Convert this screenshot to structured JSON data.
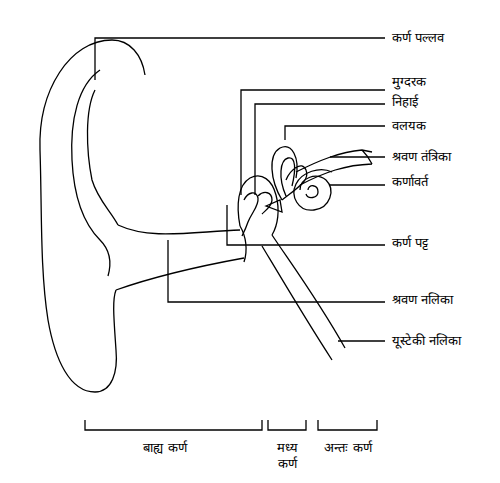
{
  "diagram": {
    "labels": [
      "कर्ण पल्लव",
      "मुग्दरक",
      "निहाई",
      "वलयक",
      "श्रवण तंत्रिका",
      "कर्णावर्त",
      "कर्ण पट्ट",
      "श्रवण नलिका",
      "यूस्टेकी नलिका",
      "बाह्य कर्ण",
      "मध्य कर्ण",
      "अन्तः कर्ण"
    ]
  }
}
